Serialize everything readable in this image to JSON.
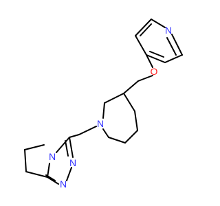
{
  "atoms": {
    "pyridine_n": {
      "symbol": "N",
      "color": "#3333ff"
    },
    "ether_o": {
      "symbol": "O",
      "color": "#ff2020"
    },
    "piperidine_n": {
      "symbol": "N",
      "color": "#3333ff"
    },
    "triazole_n1": {
      "symbol": "N",
      "color": "#3333ff"
    },
    "triazole_n2": {
      "symbol": "N",
      "color": "#3333ff"
    },
    "triazole_n4": {
      "symbol": "N",
      "color": "#3333ff"
    }
  }
}
